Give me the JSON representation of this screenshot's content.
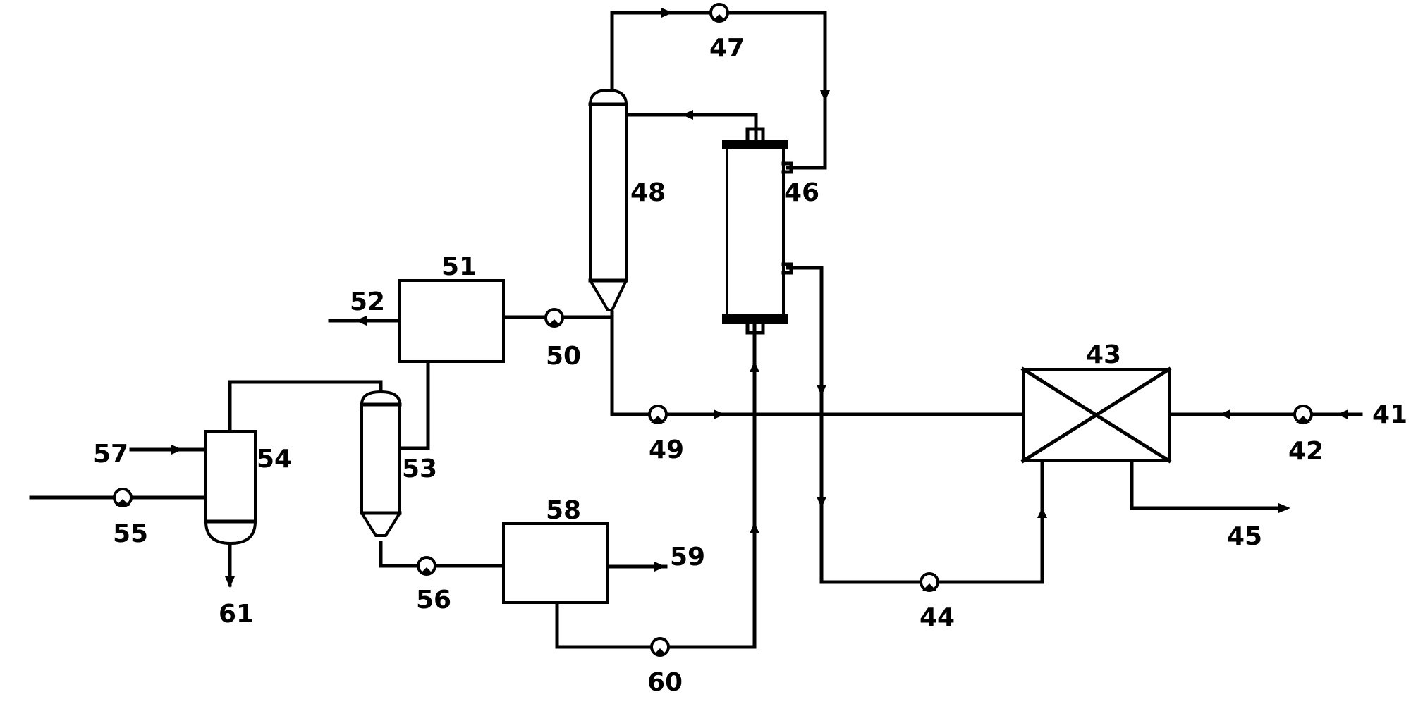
{
  "labels": {
    "n41": "41",
    "n42": "42",
    "n43": "43",
    "n44": "44",
    "n45": "45",
    "n46": "46",
    "n47": "47",
    "n48": "48",
    "n49": "49",
    "n50": "50",
    "n51": "51",
    "n52": "52",
    "n53": "53",
    "n54": "54",
    "n55": "55",
    "n56": "56",
    "n57": "57",
    "n58": "58",
    "n59": "59",
    "n60": "60",
    "n61": "61"
  },
  "colors": {
    "line": "#000000",
    "background": "#ffffff"
  }
}
